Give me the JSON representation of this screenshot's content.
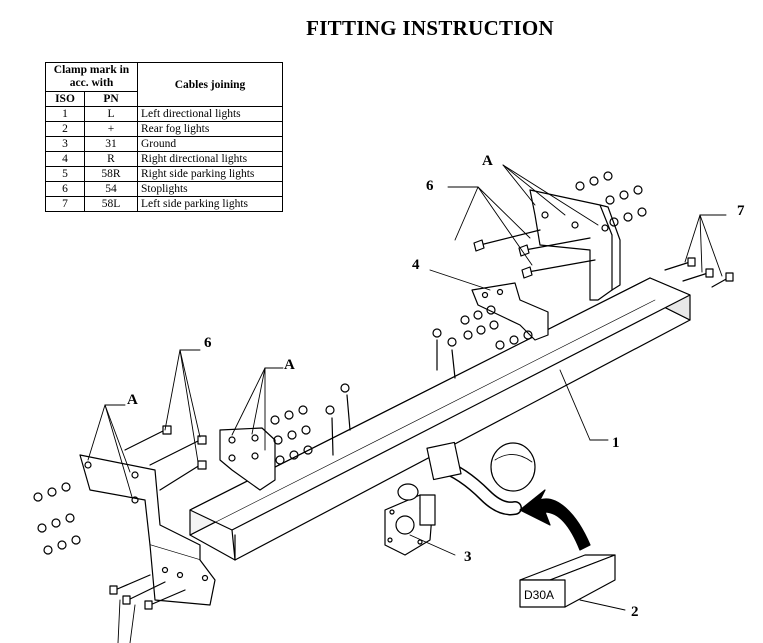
{
  "title": "FITTING INSTRUCTION",
  "table": {
    "header_clamp": "Clamp mark in acc. with",
    "header_cables": "Cables joining",
    "col_iso": "ISO",
    "col_pn": "PN",
    "rows": [
      {
        "iso": "1",
        "pn": "L",
        "desc": "Left directional lights"
      },
      {
        "iso": "2",
        "pn": "+",
        "desc": "Rear fog lights"
      },
      {
        "iso": "3",
        "pn": "31",
        "desc": "Ground"
      },
      {
        "iso": "4",
        "pn": "R",
        "desc": "Right directional lights"
      },
      {
        "iso": "5",
        "pn": "58R",
        "desc": "Right side parking lights"
      },
      {
        "iso": "6",
        "pn": "54",
        "desc": "Stoplights"
      },
      {
        "iso": "7",
        "pn": "58L",
        "desc": "Left side parking lights"
      }
    ]
  },
  "labels": {
    "part1": "1",
    "part2": "2",
    "part3": "3",
    "part4": "4",
    "part6_top": "6",
    "part6_left": "6",
    "part7": "7",
    "A_top": "A",
    "A_mid": "A",
    "A_left": "A",
    "box_code": "D30A"
  }
}
